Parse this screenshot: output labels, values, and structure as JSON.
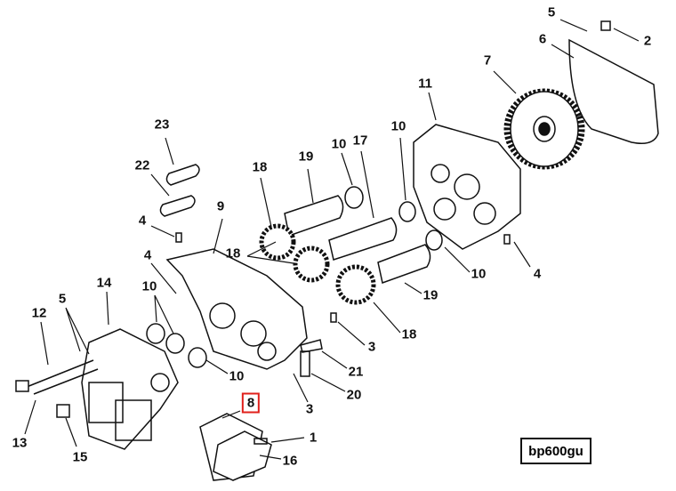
{
  "diagram": {
    "reference_code": "bp600gu",
    "highlight_color": "#e0201b",
    "highlighted_callout": "8",
    "callouts": [
      "5",
      "2",
      "6",
      "7",
      "11",
      "23",
      "22",
      "10",
      "17",
      "18",
      "19",
      "10",
      "4",
      "9",
      "18",
      "4",
      "10",
      "14",
      "5",
      "12",
      "10",
      "19",
      "4",
      "18",
      "3",
      "21",
      "20",
      "3",
      "10",
      "8",
      "1",
      "16",
      "13",
      "15"
    ]
  }
}
